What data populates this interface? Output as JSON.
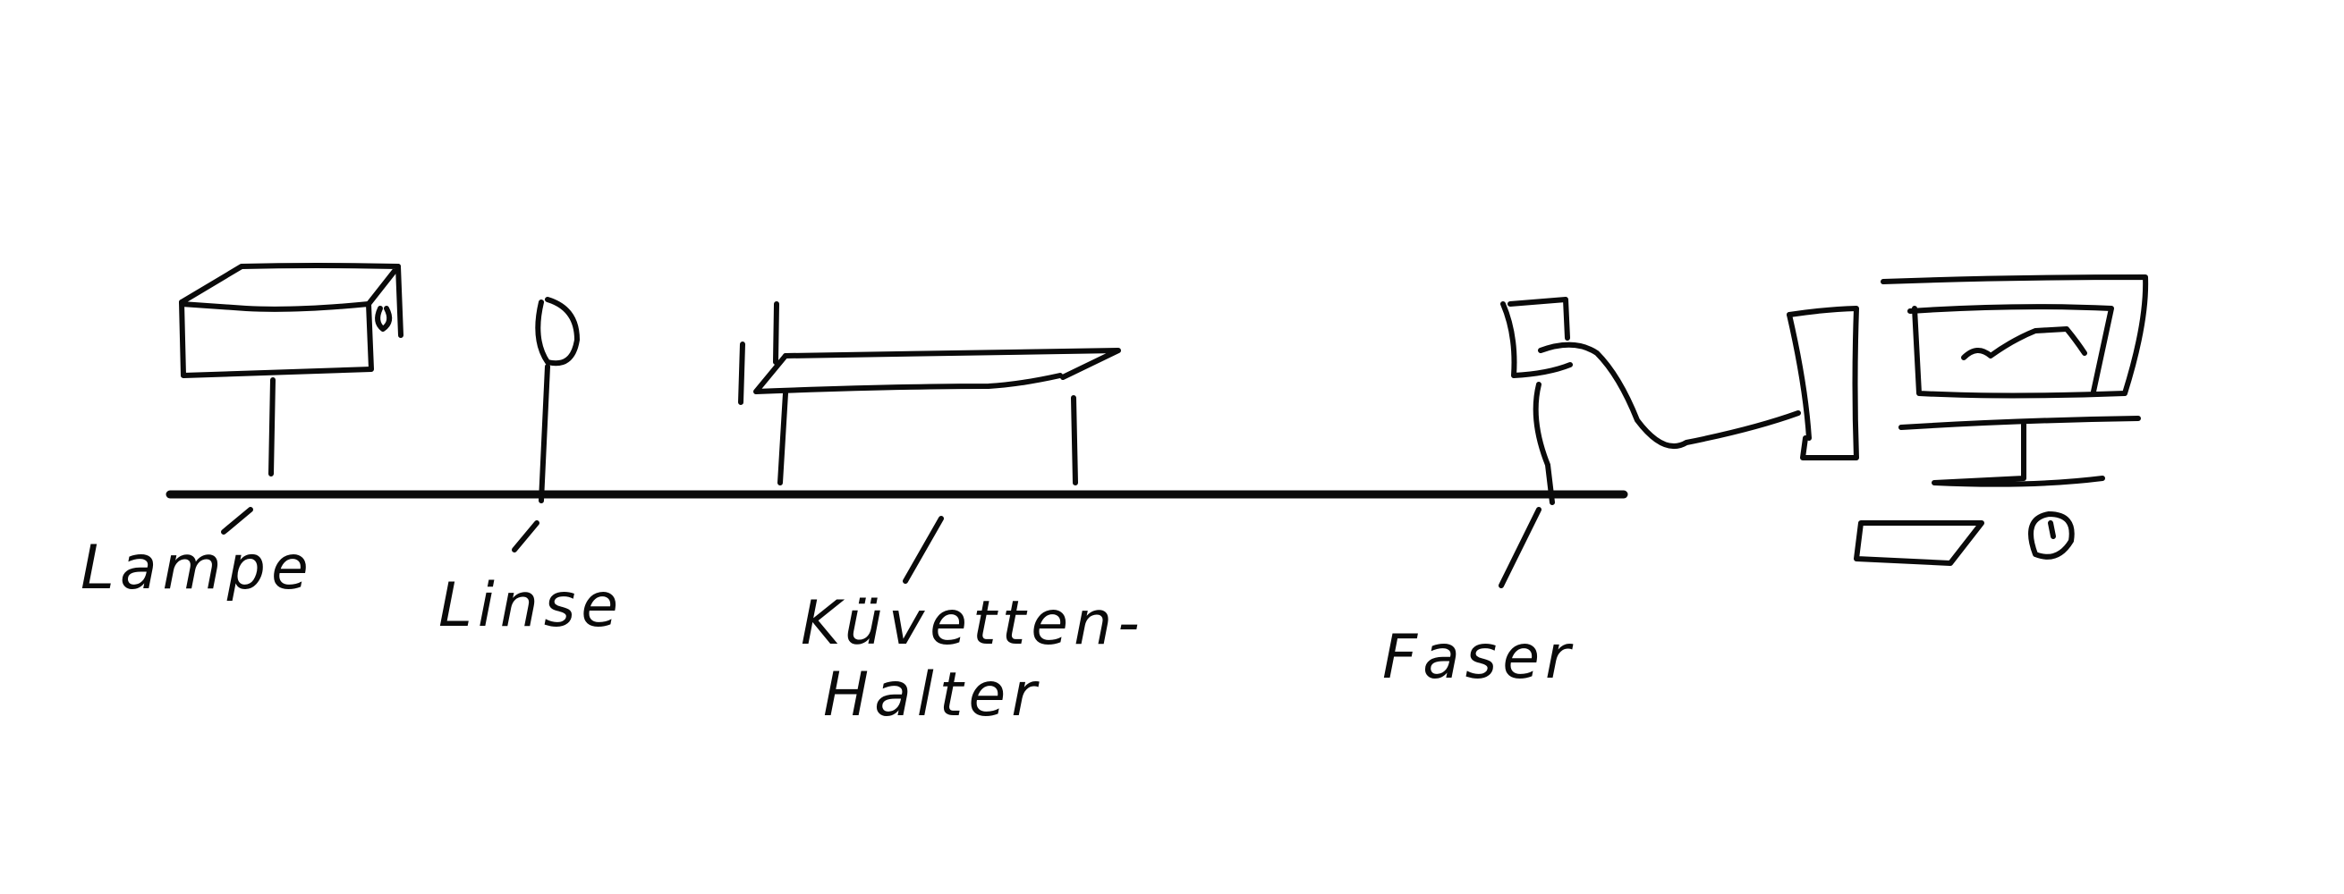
{
  "labels": {
    "lamp": "Lampe",
    "lens": "Linse",
    "cuvette_line1": "Küvetten-",
    "cuvette_line2": "Halter",
    "fiber": "Faser"
  },
  "colors": {
    "ink": "#0a0a0a",
    "background": "#ffffff"
  }
}
